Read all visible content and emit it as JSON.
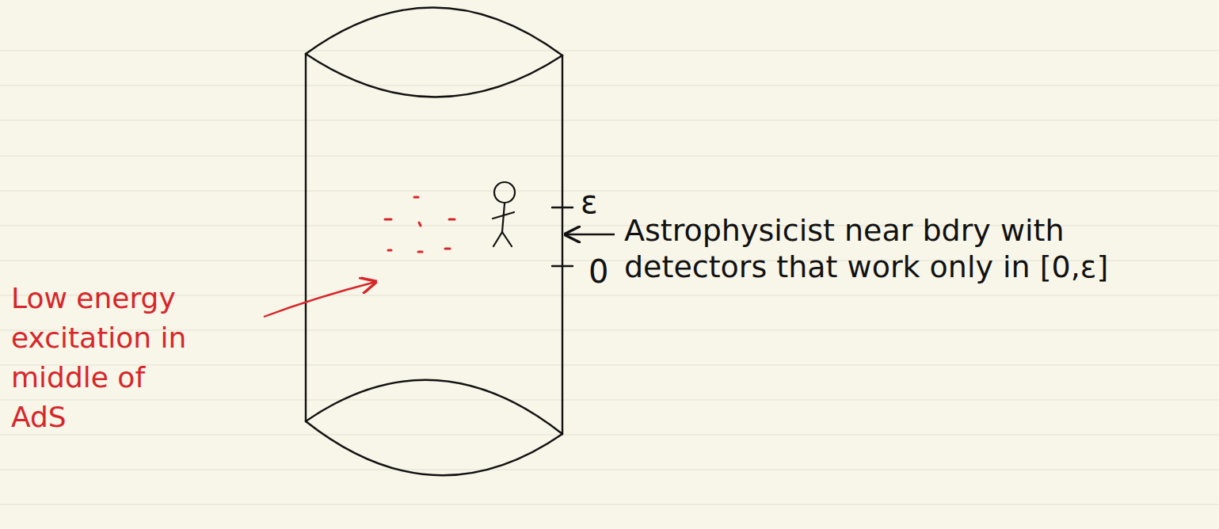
{
  "diagram": {
    "labels": [
      "ε",
      "0",
      "Astrophysicist near bdry with detectors that work only in [0,ε]",
      "Low energy excitation in middle of AdS"
    ]
  }
}
